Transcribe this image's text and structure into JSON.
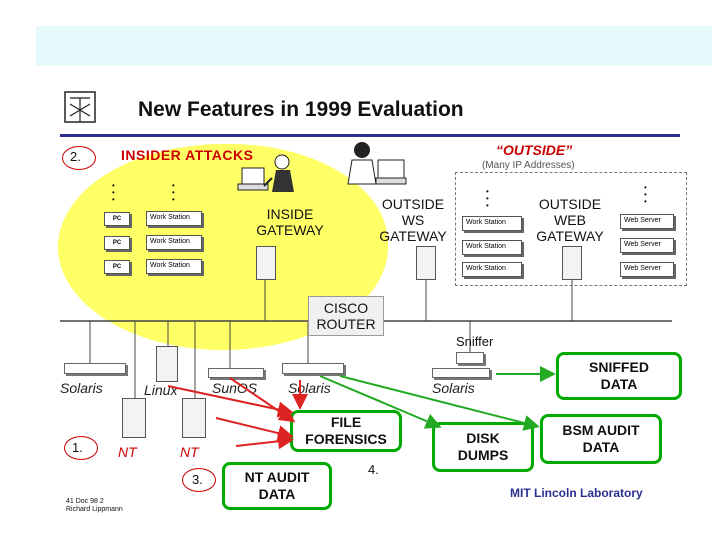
{
  "title": "New Features in 1999 Evaluation",
  "insider": {
    "number": "2.",
    "label": "INSIDER ATTACKS"
  },
  "outside": {
    "label": "“OUTSIDE”",
    "sub": "(Many IP Addresses)"
  },
  "gateways": {
    "inside": [
      "INSIDE",
      "GATEWAY"
    ],
    "outside_ws": [
      "OUTSIDE",
      "WS",
      "GATEWAY"
    ],
    "outside_web": [
      "OUTSIDE",
      "WEB",
      "GATEWAY"
    ]
  },
  "inside_pcs": [
    "PC",
    "PC",
    "PC"
  ],
  "inside_ws": [
    "Work Station",
    "Work Station",
    "Work Station"
  ],
  "outside_ws": [
    "Work Station",
    "Work Station",
    "Work Station"
  ],
  "web_servers": [
    "Web Server",
    "Web Server",
    "Web Server"
  ],
  "router": [
    "CISCO",
    "ROUTER"
  ],
  "sniffer": "Sniffer",
  "os_labels": {
    "solaris1": "Solaris",
    "linux": "Linux",
    "sunos": "SunOS",
    "solaris2": "Solaris",
    "solaris3": "Solaris",
    "nt1": "NT",
    "nt2": "NT"
  },
  "boxes": {
    "sniffed": [
      "SNIFFED",
      "DATA"
    ],
    "file_forensics": [
      "FILE",
      "FORENSICS"
    ],
    "disk_dumps": [
      "DISK",
      "DUMPS"
    ],
    "bsm_audit": [
      "BSM AUDIT",
      "DATA"
    ],
    "nt_audit": [
      "NT AUDIT",
      "DATA"
    ]
  },
  "numbers": {
    "n1": "1.",
    "n3": "3.",
    "n4": "4."
  },
  "footer": {
    "org": "MIT Lincoln Laboratory",
    "meta1": "41  Doc  98  2",
    "meta2": "Richard Lippmann"
  },
  "colors": {
    "yellow": "#ffff66",
    "green_arrow": "#22aa22",
    "red_arrow": "#dd2222",
    "rule": "#2a2f8f"
  }
}
